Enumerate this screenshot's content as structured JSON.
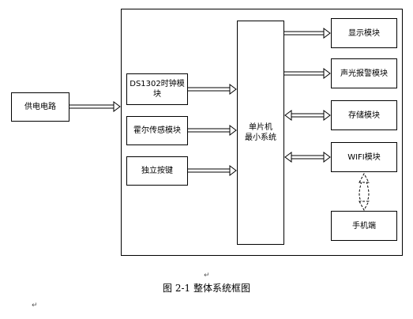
{
  "diagram": {
    "power": "供电电路",
    "ds1302": "DS1302时钟模块",
    "hall": "霍尔传感模块",
    "keys": "独立按键",
    "mcu_line1": "单片机",
    "mcu_line2": "最小系统",
    "display": "显示模块",
    "alarm": "声光报警模块",
    "storage": "存储模块",
    "wifi": "WIFI模块",
    "phone": "手机端"
  },
  "caption": "图 2-1  整体系统框图",
  "paragraph_mark": "↵"
}
